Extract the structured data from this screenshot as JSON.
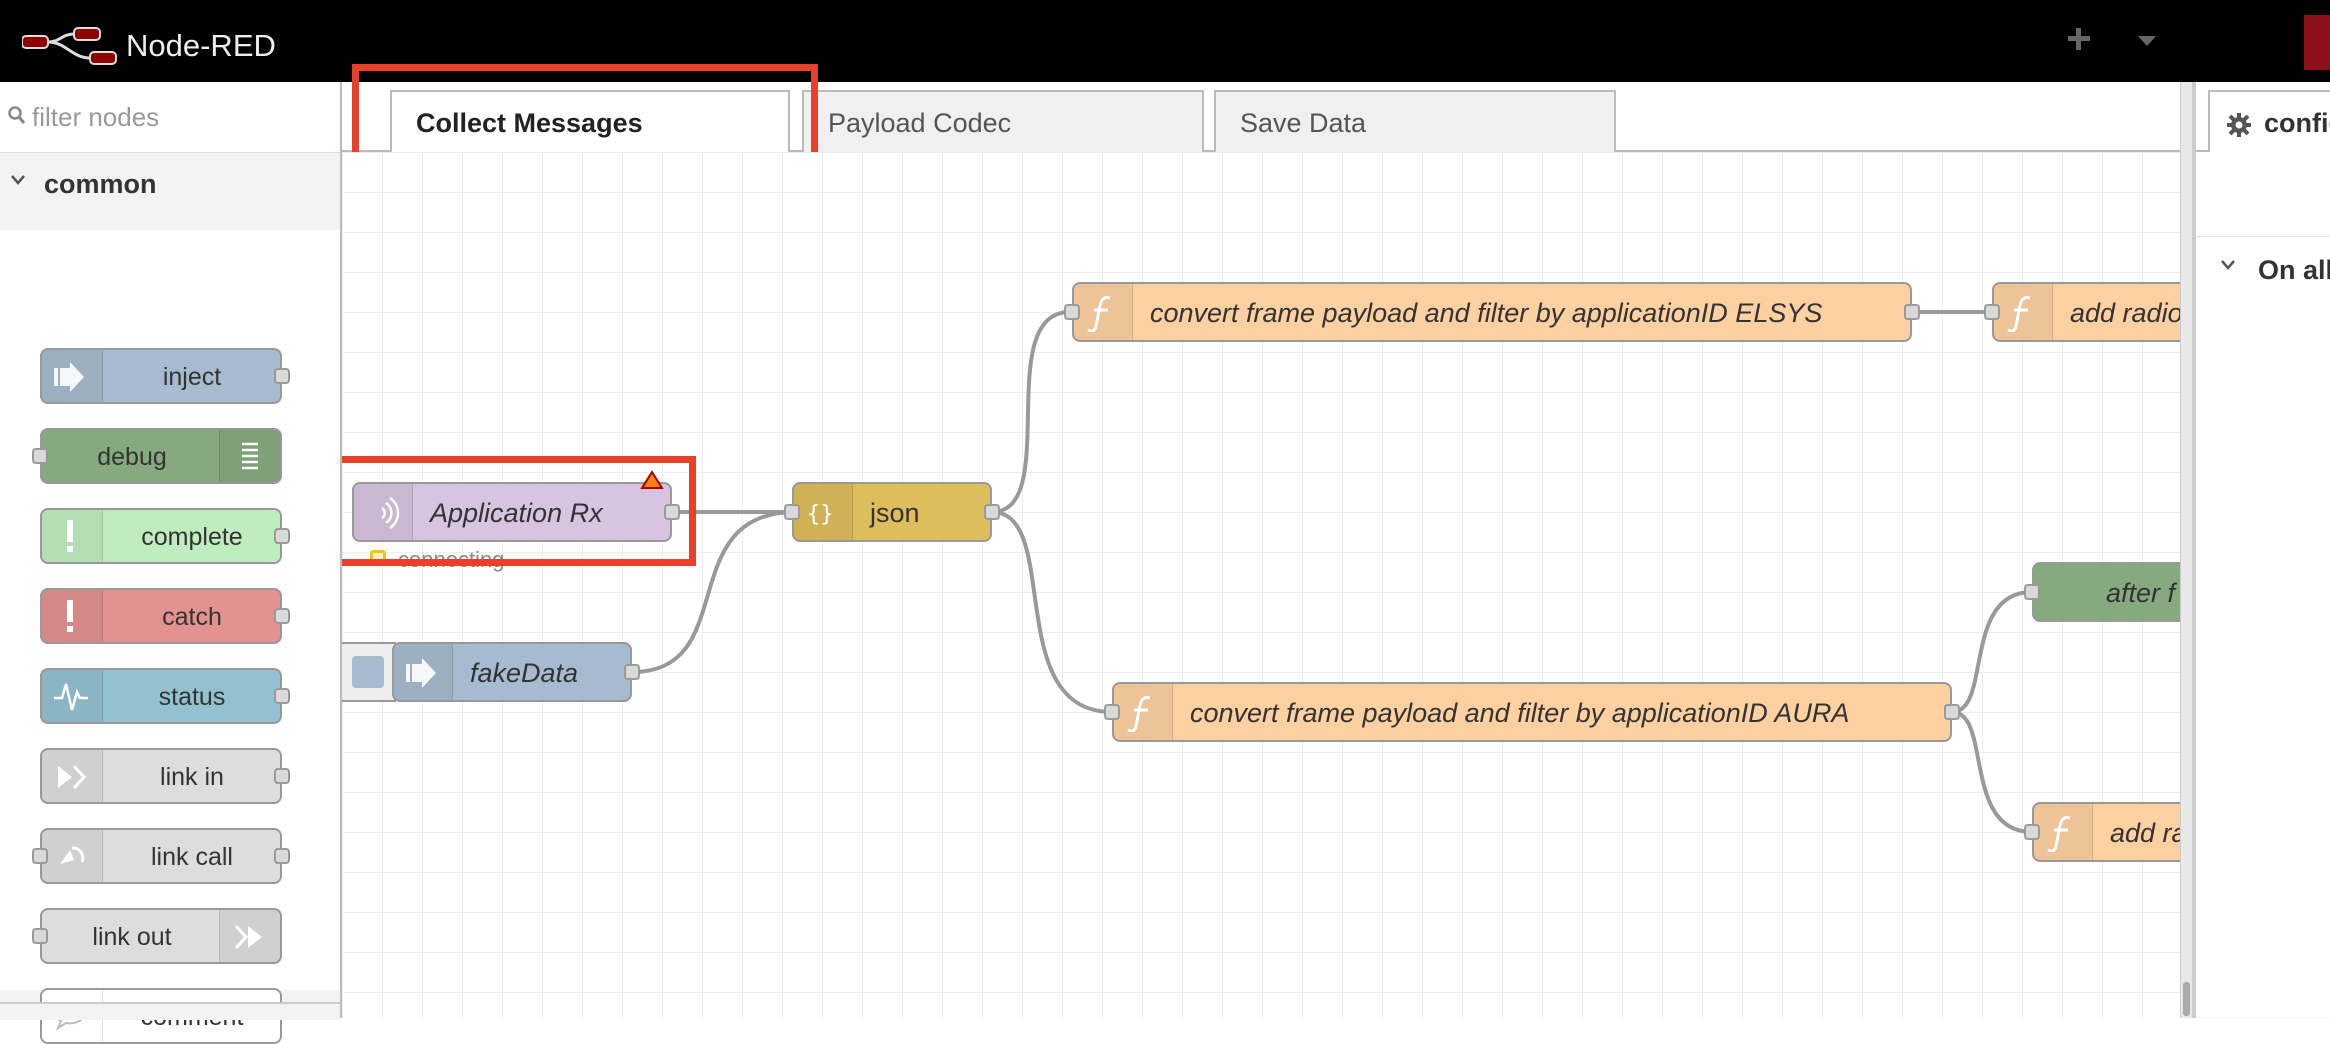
{
  "header": {
    "app_title": "Node-RED"
  },
  "palette": {
    "filter_placeholder": "filter nodes",
    "category": "common",
    "nodes": [
      {
        "label": "inject",
        "color": "#a6bbcf"
      },
      {
        "label": "debug",
        "color": "#87a980"
      },
      {
        "label": "complete",
        "color": "#c0edc0"
      },
      {
        "label": "catch",
        "color": "#e49191"
      },
      {
        "label": "status",
        "color": "#94c1d0"
      },
      {
        "label": "link in",
        "color": "#dddddd"
      },
      {
        "label": "link call",
        "color": "#dddddd"
      },
      {
        "label": "link out",
        "color": "#dddddd"
      },
      {
        "label": "comment",
        "color": "#ffffff"
      }
    ]
  },
  "workspace": {
    "tabs": [
      {
        "label": "Collect Messages",
        "active": true
      },
      {
        "label": "Payload Codec",
        "active": false
      },
      {
        "label": "Save Data",
        "active": false
      }
    ]
  },
  "flow": {
    "nodes": {
      "app_rx": {
        "label": "Application Rx",
        "status": "connecting",
        "color": "#d7c4e0"
      },
      "fake_data": {
        "label": "fakeData",
        "color": "#a6bbcf"
      },
      "json": {
        "label": "json",
        "color": "#debd5c"
      },
      "convert_elsys": {
        "label": "convert frame payload and filter by applicationID ELSYS",
        "color": "#fdd0a2"
      },
      "add_radio_1": {
        "label": "add radio",
        "color": "#fdd0a2"
      },
      "convert_aura": {
        "label": "convert frame payload and filter by applicationID AURA",
        "color": "#fdd0a2"
      },
      "after_f": {
        "label": "after f",
        "color": "#87a980"
      },
      "add_ra_2": {
        "label": "add ra",
        "color": "#fdd0a2"
      }
    }
  },
  "sidebar": {
    "tab_label": "config",
    "section_label": "On all"
  }
}
